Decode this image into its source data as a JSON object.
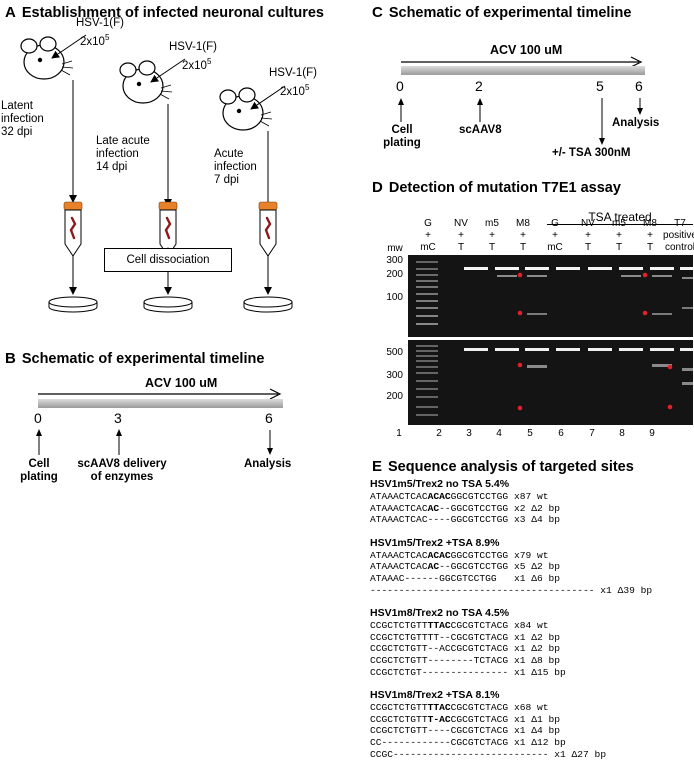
{
  "panelA": {
    "letter": "A",
    "title": "Establishment of infected neuronal cultures",
    "virus": "HSV-1(F)",
    "dose": "2x10",
    "dose_exp": "5",
    "groups": [
      {
        "line1": "Latent",
        "line2": "infection",
        "line3": "32 dpi"
      },
      {
        "line1": "Late acute",
        "line2": "infection",
        "line3": "14 dpi"
      },
      {
        "line1": "Acute",
        "line2": "infection",
        "line3": "7 dpi"
      }
    ],
    "dissociation": "Cell dissociation"
  },
  "panelB": {
    "letter": "B",
    "title": "Schematic of experimental timeline",
    "treatment": "ACV 100 uM",
    "ticks": [
      {
        "num": "0",
        "label1": "Cell",
        "label2": "plating"
      },
      {
        "num": "3",
        "label1": "scAAV8 delivery",
        "label2": "of enzymes"
      },
      {
        "num": "6",
        "label1": "Analysis",
        "label2": ""
      }
    ]
  },
  "panelC": {
    "letter": "C",
    "title": "Schematic of experimental timeline",
    "treatment": "ACV 100 uM",
    "ticks": [
      {
        "num": "0",
        "label1": "Cell",
        "label2": "plating"
      },
      {
        "num": "2",
        "label1": "scAAV8",
        "label2": ""
      },
      {
        "num": "5",
        "label1": "+/- TSA 300nM",
        "label2": ""
      },
      {
        "num": "6",
        "label1": "Analysis",
        "label2": ""
      }
    ]
  },
  "panelD": {
    "letter": "D",
    "title": "Detection of mutation T7E1 assay",
    "tsa_label": "TSA treated",
    "mw_label": "mw",
    "lanes": [
      {
        "a": "G",
        "b": "+",
        "c": "mC"
      },
      {
        "a": "NV",
        "b": "+",
        "c": "T"
      },
      {
        "a": "m5",
        "b": "+",
        "c": "T"
      },
      {
        "a": "M8",
        "b": "+",
        "c": "T"
      },
      {
        "a": "G",
        "b": "+",
        "c": "mC"
      },
      {
        "a": "NV",
        "b": "+",
        "c": "T"
      },
      {
        "a": "m5",
        "b": "+",
        "c": "T"
      },
      {
        "a": "M8",
        "b": "+",
        "c": "T"
      },
      {
        "a": "T7",
        "b": "positive",
        "c": "control"
      }
    ],
    "gel1_markers": [
      "300",
      "200",
      "100"
    ],
    "gel2_markers": [
      "500",
      "300",
      "200"
    ],
    "lane_numbers": [
      "1",
      "2",
      "3",
      "4",
      "5",
      "6",
      "7",
      "8",
      "9"
    ]
  },
  "panelE": {
    "letter": "E",
    "title": "Sequence analysis of targeted sites",
    "blocks": [
      {
        "title": "HSV1m5/Trex2 no TSA 5.4%",
        "rows": [
          {
            "pre": "ATAAACTCAC",
            "bold": "ACAC",
            "post": "GGCGTCCTGG",
            "count": "x87",
            "note": "wt"
          },
          {
            "pre": "ATAAACTCAC",
            "bold": "AC",
            "post": "--GGCGTCCTGG",
            "count": "x2",
            "note": "Δ2 bp"
          },
          {
            "pre": "ATAAACTCAC----GGCGTCCTGG",
            "bold": "",
            "post": "",
            "count": "x3",
            "note": "Δ4 bp"
          }
        ]
      },
      {
        "title": "HSV1m5/Trex2 +TSA 8.9%",
        "rows": [
          {
            "pre": "ATAAACTCAC",
            "bold": "ACAC",
            "post": "GGCGTCCTGG",
            "count": "x79",
            "note": "wt"
          },
          {
            "pre": "ATAAACTCAC",
            "bold": "AC",
            "post": "--GGCGTCCTGG",
            "count": "x5",
            "note": "Δ2 bp"
          },
          {
            "pre": "ATAAAC------GGCGTCCTGG",
            "bold": "",
            "post": "",
            "count": "x1",
            "note": "Δ6 bp"
          },
          {
            "pre": "---------------------------------------",
            "bold": "",
            "post": "",
            "count": "x1",
            "note": "Δ39 bp"
          }
        ]
      },
      {
        "title": "HSV1m8/Trex2 no TSA 4.5%",
        "rows": [
          {
            "pre": "CCGCTCTGTT",
            "bold": "TTAC",
            "post": "CGCGTCTACG",
            "count": "x84",
            "note": "wt"
          },
          {
            "pre": "CCGCTCTGTTTT--CGCGTCTACG",
            "bold": "",
            "post": "",
            "count": "x1",
            "note": "Δ2 bp"
          },
          {
            "pre": "CCGCTCTGTT--ACCGCGTCTACG",
            "bold": "",
            "post": "",
            "count": "x1",
            "note": "Δ2 bp"
          },
          {
            "pre": "CCGCTCTGTT--------TCTACG",
            "bold": "",
            "post": "",
            "count": "x1",
            "note": "Δ8 bp"
          },
          {
            "pre": "CCGCTCTGT---------------",
            "bold": "",
            "post": "",
            "count": "x1",
            "note": "Δ15 bp"
          }
        ]
      },
      {
        "title": "HSV1m8/Trex2 +TSA 8.1%",
        "rows": [
          {
            "pre": "CCGCTCTGTT",
            "bold": "TTAC",
            "post": "CGCGTCTACG",
            "count": "x68",
            "note": "wt"
          },
          {
            "pre": "CCGCTCTGTT",
            "bold": "T-AC",
            "post": "CGCGTCTACG",
            "count": "x1",
            "note": "Δ1 bp"
          },
          {
            "pre": "CCGCTCTGTT----CGCGTCTACG",
            "bold": "",
            "post": "",
            "count": "x1",
            "note": "Δ4 bp"
          },
          {
            "pre": "CC------------CGCGTCTACG",
            "bold": "",
            "post": "",
            "count": "x1",
            "note": "Δ12 bp"
          },
          {
            "pre": "CCGC---------------------------",
            "bold": "",
            "post": "",
            "count": "x1",
            "note": "Δ27 bp"
          }
        ]
      }
    ]
  },
  "colors": {
    "tube_cap": "#e8822a",
    "tube_tissue": "#8b1a1a",
    "red_dot": "#e0202a",
    "gel_bg": "#141414"
  }
}
